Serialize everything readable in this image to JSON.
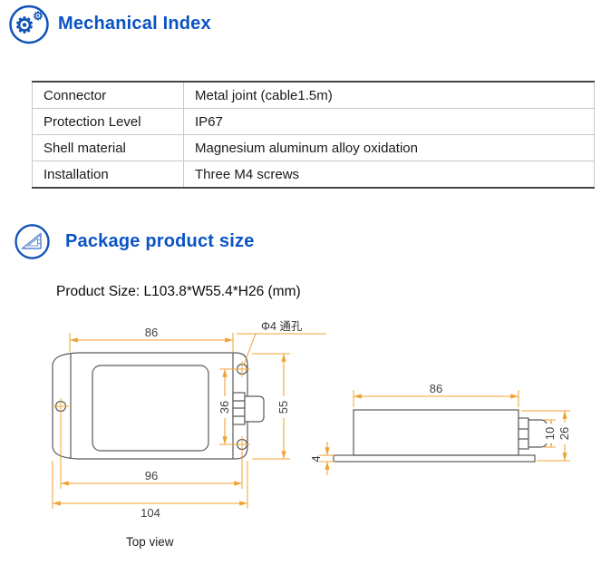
{
  "sections": {
    "mechanical": {
      "title": "Mechanical Index"
    },
    "package": {
      "title": "Package product size",
      "product_size": "Product Size:  L103.8*W55.4*H26  (mm)"
    }
  },
  "spec_table": {
    "rows": [
      {
        "label": "Connector",
        "value": "Metal joint  (cable1.5m)"
      },
      {
        "label": "Protection Level",
        "value": "IP67"
      },
      {
        "label": "Shell material",
        "value": "Magnesium aluminum alloy oxidation"
      },
      {
        "label": "Installation",
        "value": "Three M4 screws"
      }
    ]
  },
  "drawing": {
    "top_view": {
      "caption": "Top view",
      "hole_label": "Φ4 通孔",
      "dim_width_body": "86",
      "dim_hole_span_v": "36",
      "dim_height": "55",
      "dim_hole_span_h": "96",
      "dim_width_total": "104"
    },
    "side_view": {
      "dim_width_body": "86",
      "dim_connector_height": "10",
      "dim_height_total": "26",
      "dim_base_thickness": "4"
    }
  },
  "icons": {
    "mechanical": "gears-icon",
    "package": "set-square-icon"
  },
  "colors": {
    "accent_blue": "#0a53c4",
    "icon_blue": "#1053b8",
    "dimension_orange": "#f0a232",
    "outline_gray": "#5b5b5b"
  }
}
